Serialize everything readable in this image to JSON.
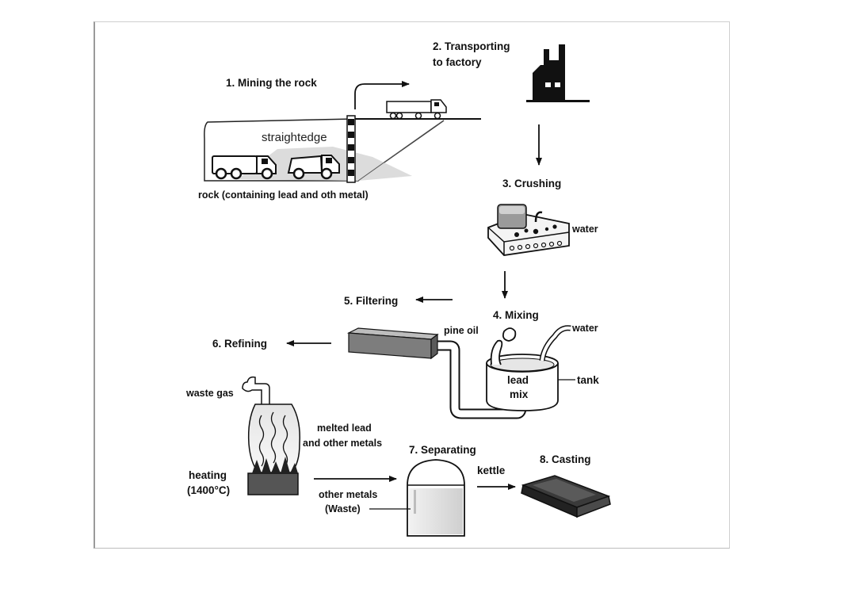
{
  "steps": {
    "s1": "1. Mining the rock",
    "s2_line1": "2. Transporting",
    "s2_line2": "to factory",
    "s3": "3. Crushing",
    "s4": "4. Mixing",
    "s5": "5. Filtering",
    "s6": "6. Refining",
    "s7": "7. Separating",
    "s8": "8. Casting"
  },
  "labels": {
    "straightedge": "straightedge",
    "rock": "rock (containing lead and oth metal)",
    "water_crush": "water",
    "pine_oil": "pine oil",
    "water_mix": "water",
    "lead_mix_line1": "lead",
    "lead_mix_line2": "mix",
    "tank": "tank",
    "waste_gas": "waste gas",
    "melted_line1": "melted lead",
    "melted_line2": "and other metals",
    "heating_line1": "heating",
    "heating_line2": "(1400°C)",
    "other_metals_line1": "other metals",
    "other_metals_line2": "(Waste)",
    "kettle": "kettle"
  },
  "icons": [
    "mine-icon",
    "truck-icon",
    "factory-icon",
    "crusher-icon",
    "mixing-tank-icon",
    "filter-tray-icon",
    "furnace-icon",
    "separator-kettle-icon",
    "ingot-icon"
  ]
}
